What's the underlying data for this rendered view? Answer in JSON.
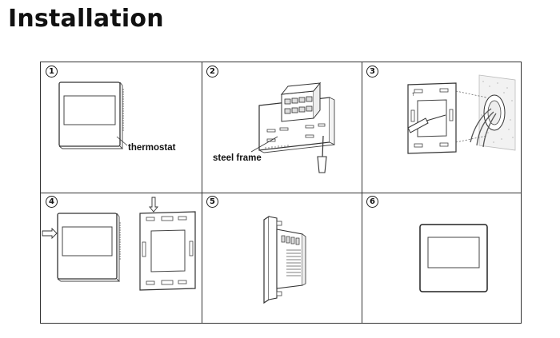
{
  "title": "Installation",
  "steps": [
    {
      "number": "1",
      "label": "thermostat"
    },
    {
      "number": "2",
      "label": "steel frame"
    },
    {
      "number": "3",
      "label": ""
    },
    {
      "number": "4",
      "label": ""
    },
    {
      "number": "5",
      "label": ""
    },
    {
      "number": "6",
      "label": ""
    }
  ]
}
